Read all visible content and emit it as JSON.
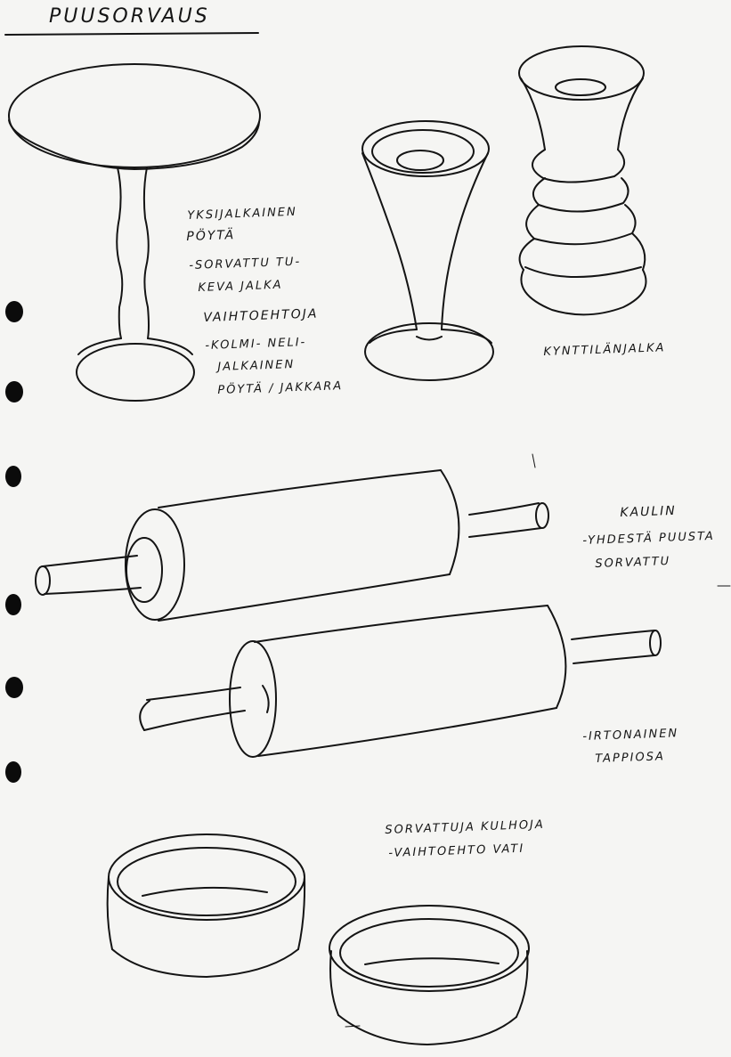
{
  "page": {
    "title": "PUUSORVAUS",
    "ink_color": "#111111",
    "paper_color": "#f5f5f3"
  },
  "items": {
    "table": {
      "label": "YKSIJALKAINEN",
      "label_line2": "PÖYTÄ",
      "note_line1": "-SORVATTU TU-",
      "note_line2": "KEVA JALKA",
      "alt_heading": "VAIHTOEHTOJA",
      "alt_line1": "-KOLMI- NELI-",
      "alt_line2": "JALKAINEN",
      "alt_line3": "PÖYTÄ / JAKKARA"
    },
    "candlestick": {
      "label": "KYNTTILÄNJALKA"
    },
    "rolling_pin": {
      "label": "KAULIN",
      "note_line1": "-YHDESTÄ PUUSTA",
      "note_line2": "SORVATTU",
      "alt_line1": "-IRTONAINEN",
      "alt_line2": "TAPPIOSA"
    },
    "bowls": {
      "label": "SORVATTUJA KULHOJA",
      "note": "-VAIHTOEHTO VATI"
    }
  }
}
